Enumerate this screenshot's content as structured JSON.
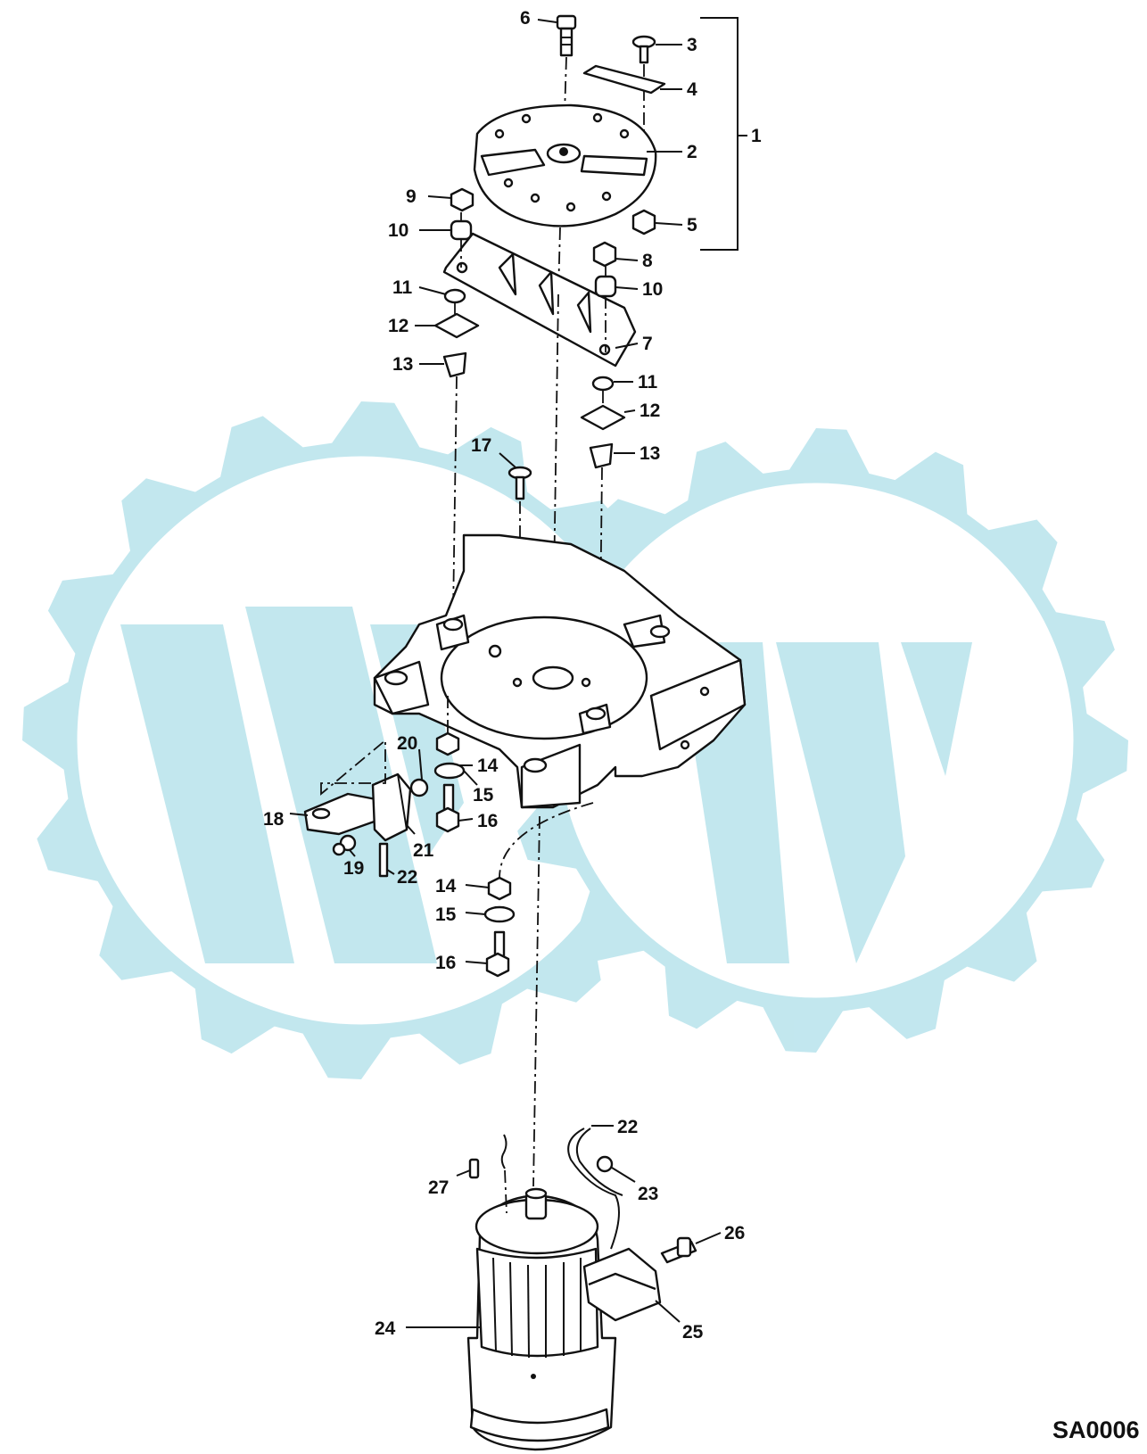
{
  "diagram": {
    "drawing_code": "SA0006",
    "group_label": "1",
    "callouts": [
      {
        "id": "c6",
        "text": "6"
      },
      {
        "id": "c3",
        "text": "3"
      },
      {
        "id": "c4",
        "text": "4"
      },
      {
        "id": "c2",
        "text": "2"
      },
      {
        "id": "c1",
        "text": "1"
      },
      {
        "id": "c9",
        "text": "9"
      },
      {
        "id": "c5",
        "text": "5"
      },
      {
        "id": "c10a",
        "text": "10"
      },
      {
        "id": "c8",
        "text": "8"
      },
      {
        "id": "c10b",
        "text": "10"
      },
      {
        "id": "c11a",
        "text": "11"
      },
      {
        "id": "c12a",
        "text": "12"
      },
      {
        "id": "c7",
        "text": "7"
      },
      {
        "id": "c13a",
        "text": "13"
      },
      {
        "id": "c11b",
        "text": "11"
      },
      {
        "id": "c12b",
        "text": "12"
      },
      {
        "id": "c17",
        "text": "17"
      },
      {
        "id": "c13b",
        "text": "13"
      },
      {
        "id": "c20",
        "text": "20"
      },
      {
        "id": "c14a",
        "text": "14"
      },
      {
        "id": "c15a",
        "text": "15"
      },
      {
        "id": "c18",
        "text": "18"
      },
      {
        "id": "c16a",
        "text": "16"
      },
      {
        "id": "c21",
        "text": "21"
      },
      {
        "id": "c19",
        "text": "19"
      },
      {
        "id": "c22a",
        "text": "22"
      },
      {
        "id": "c14b",
        "text": "14"
      },
      {
        "id": "c15b",
        "text": "15"
      },
      {
        "id": "c16b",
        "text": "16"
      },
      {
        "id": "c22b",
        "text": "22"
      },
      {
        "id": "c27",
        "text": "27"
      },
      {
        "id": "c23",
        "text": "23"
      },
      {
        "id": "c26",
        "text": "26"
      },
      {
        "id": "c24",
        "text": "24"
      },
      {
        "id": "c25",
        "text": "25"
      }
    ]
  },
  "watermark": {
    "color": "#bfe6ee",
    "icon": "gear-w-logo-watermark"
  }
}
